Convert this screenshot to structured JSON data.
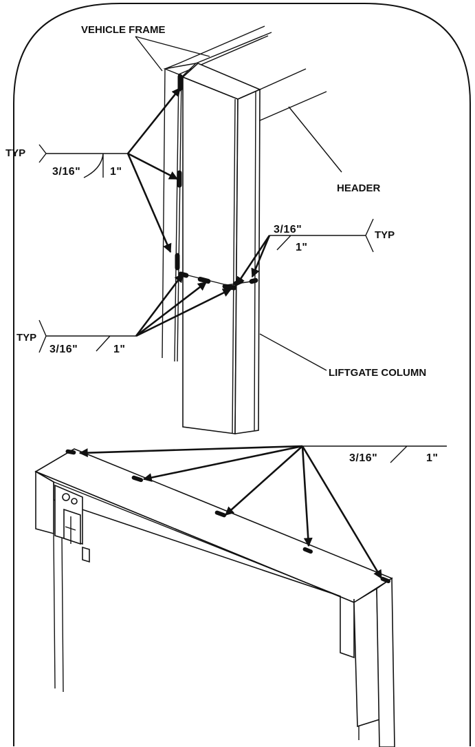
{
  "labels": {
    "vehicle_frame": "VEHICLE FRAME",
    "header": "HEADER",
    "liftgate_column": "LIFTGATE COLUMN"
  },
  "weld_symbols": {
    "typ": "TYP",
    "size": "3/16\"",
    "length": "1\""
  }
}
